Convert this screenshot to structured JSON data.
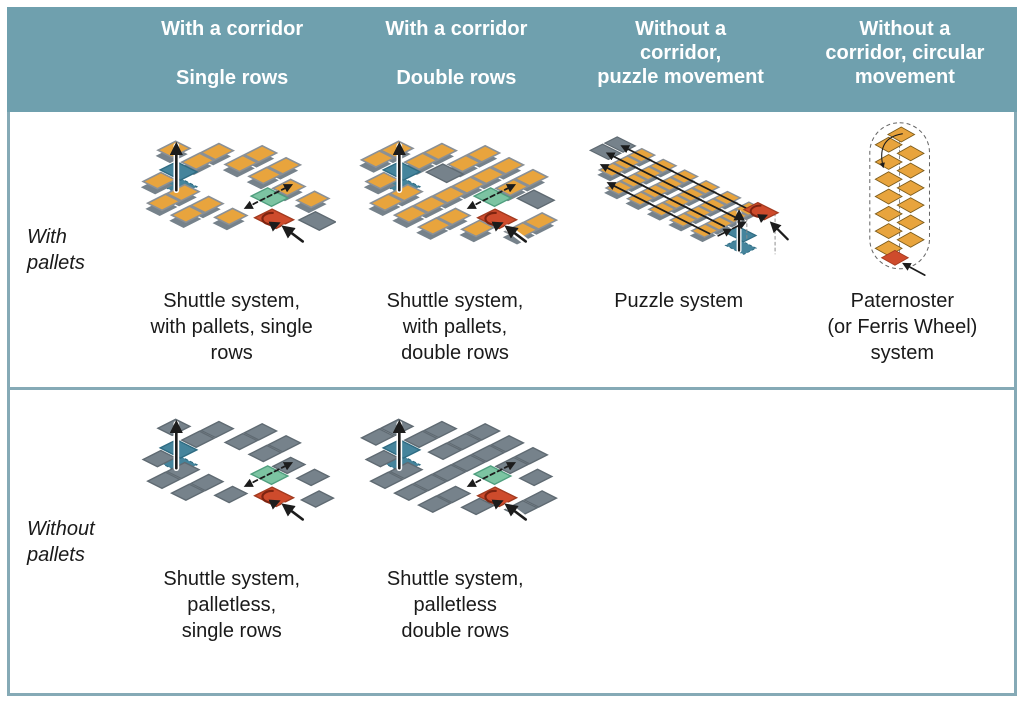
{
  "header": {
    "columns": [
      {
        "line1": "With a corridor",
        "line2": "Single rows"
      },
      {
        "line1": "With a corridor",
        "line2": "Double rows"
      },
      {
        "lines": [
          "Without a",
          "corridor,",
          "puzzle movement"
        ]
      },
      {
        "lines": [
          "Without a",
          "corridor, circular",
          "movement"
        ]
      }
    ]
  },
  "rows": [
    {
      "label_lines": [
        "With",
        "pallets"
      ],
      "cells": [
        {
          "caption_lines": [
            "Shuttle system,",
            "with pallets, single",
            "rows"
          ]
        },
        {
          "caption_lines": [
            "Shuttle system,",
            "with pallets,",
            "double rows"
          ]
        },
        {
          "caption_lines": [
            "Puzzle system"
          ]
        },
        {
          "caption_lines": [
            "Paternoster",
            "(or Ferris Wheel)",
            "system"
          ]
        }
      ]
    },
    {
      "label_lines": [
        "Without",
        "pallets"
      ],
      "cells": [
        {
          "caption_lines": [
            "Shuttle system,",
            "palletless,",
            "single rows"
          ]
        },
        {
          "caption_lines": [
            "Shuttle system,",
            "palletless",
            "double rows"
          ]
        }
      ]
    }
  ],
  "colors": {
    "header_bg": "#6FA0AE",
    "frame_border": "#85AAB6",
    "header_text": "#FFFFFF",
    "text": "#1A1A1A",
    "pallet": "#E8A43D",
    "pallet_stroke": "#8A9096",
    "gray_tile": "#76828B",
    "gray_stroke": "#5F6A72",
    "green": "#7CC4A2",
    "green_stroke": "#4F9E7E",
    "blue": "#45849C",
    "blue_stroke": "#2E6B82",
    "red": "#CE4B2C",
    "red_stroke": "#A23A1F",
    "arrow": "#1C1C1C",
    "rotate_arrow": "#7E2410",
    "dash_gray": "#8A8A8A"
  },
  "diagrams": {
    "d1": {
      "type": "shuttle",
      "map": [
        "..OO...",
        ".OOOOO.",
        "OO..g.S",
        ".b...r.",
        ".OOOO..",
        "..OO..."
      ]
    },
    "d2": {
      "type": "shuttle",
      "map": [
        "..OOO..",
        ".OOOOS.",
        "OOSOg.O",
        "Ob.O.rO",
        ".OOOOO.",
        "..OOO.."
      ]
    },
    "d3": {
      "type": "puzzle",
      "map": [
        "SOOOOOO.",
        "SOOOOOO.",
        ".OOOOOOb",
        "..OOOOO."
      ]
    },
    "d4": {
      "type": "paternoster"
    },
    "d5": {
      "type": "shuttle",
      "map": [
        "..GG...",
        ".GGGGG.",
        "GG..g.G",
        ".b...r.",
        ".GGGG..",
        "..GG..."
      ]
    },
    "d6": {
      "type": "shuttle",
      "map": [
        "..GGG..",
        ".GGGGG.",
        "GGGGg.G",
        "Gb.G.rG",
        ".GGGGG.",
        "..GGG.."
      ]
    }
  }
}
